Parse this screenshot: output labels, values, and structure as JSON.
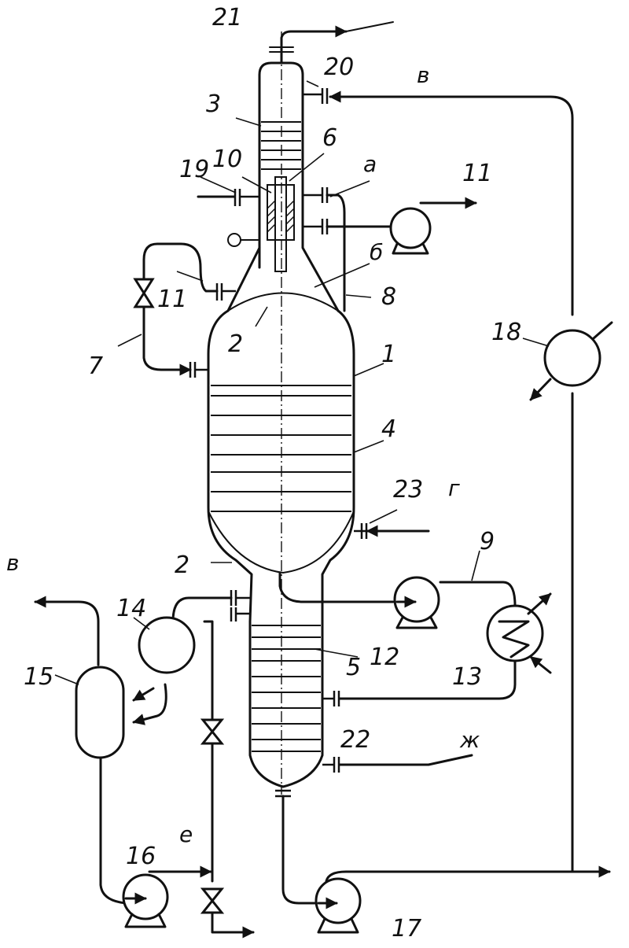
{
  "labels": {
    "n1": "1",
    "n2a": "2",
    "n2b": "2",
    "n3": "3",
    "n4": "4",
    "n5": "5",
    "n6": "6",
    "n7": "7",
    "n8": "8",
    "n9": "9",
    "n10": "10",
    "n11a": "11",
    "n11b": "11",
    "n12": "12",
    "n13": "13",
    "n14": "14",
    "n15": "15",
    "n16": "16",
    "n17": "17",
    "n18": "18",
    "n19": "19",
    "n20": "20",
    "n21": "21",
    "n22": "22",
    "n23": "23"
  },
  "streams": {
    "a": "а",
    "b": "б",
    "v_top": "в",
    "v_left": "в",
    "g": "г",
    "e": "е",
    "zh": "ж"
  },
  "icons": [
    "pump-icon",
    "heat-exchanger-icon",
    "valve-icon",
    "flow-arrow-icon"
  ]
}
